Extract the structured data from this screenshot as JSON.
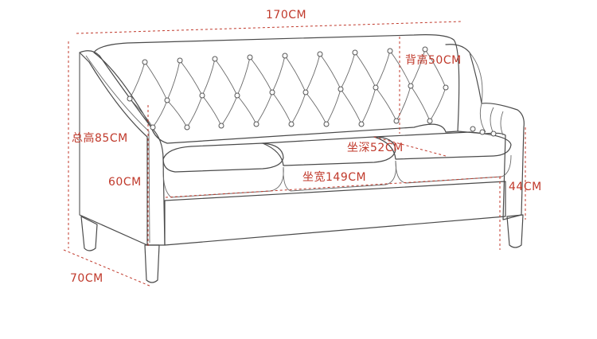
{
  "dimensions": {
    "total_length": "170CM",
    "back_height": "背高50CM",
    "total_height": "总高85CM",
    "seat_depth": "坐深52CM",
    "arm_height": "60CM",
    "seat_width": "坐宽149CM",
    "seat_height": "44CM",
    "depth": "70CM"
  },
  "colors": {
    "dimension_red": "#c0392b",
    "outline_gray": "#4a4a4a"
  },
  "icons": {
    "sofa": "tufted-three-seat-sofa-line-drawing"
  }
}
